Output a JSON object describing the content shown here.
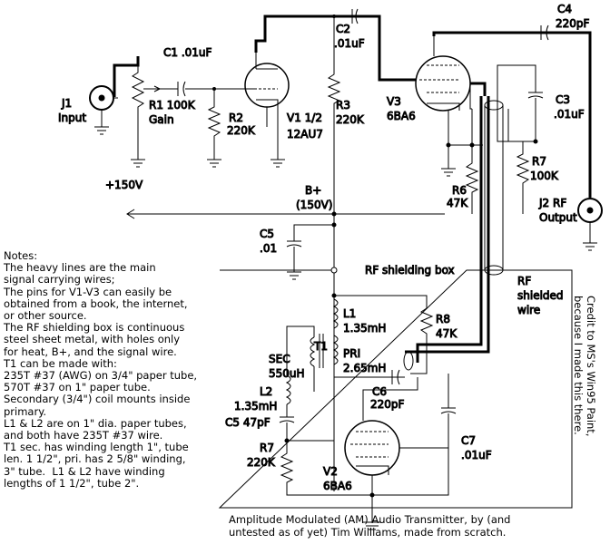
{
  "labels": {
    "j1_name": "J1",
    "j1_desc": "Input",
    "r1_name": "R1 100K",
    "r1_desc": "Gain",
    "c1": "C1 .01uF",
    "r2_name": "R2",
    "r2_value": "220K",
    "v1_name": "V1 1/2",
    "v1_type": "12AU7",
    "c2_name": "C2",
    "c2_value": ".01uF",
    "r3_name": "R3",
    "r3_value": "220K",
    "v3_name": "V3",
    "v3_type": "6BA6",
    "c4_name": "C4",
    "c4_value": "220pF",
    "c3_name": "C3",
    "c3_value": ".01uF",
    "r7_top_name": "R7",
    "r7_top_value": "100K",
    "r6_name": "R6",
    "r6_value": "47K",
    "j2_name": "J2 RF",
    "j2_desc": "Output",
    "plus150": "+150V",
    "bplus": "B+",
    "bplus_value": "(150V)",
    "c5_top_name": "C5",
    "c5_top_value": ".01",
    "shield_box": "RF shielding box",
    "shield_wire_1": "RF",
    "shield_wire_2": "shielded",
    "shield_wire_3": "wire",
    "l1_name": "L1",
    "l1_value": "1.35mH",
    "r8_name": "R8",
    "r8_value": "47K",
    "t1": "T1",
    "sec": "SEC",
    "sec_value": "550uH",
    "pri": "PRI",
    "pri_value": "2.65mH",
    "l2_name": "L2",
    "l2_value": "1.35mH",
    "c6_name": "C6",
    "c6_value": "220pF",
    "c5_bottom": "C5 47pF",
    "r7_bottom_name": "R7",
    "r7_bottom_value": "220K",
    "v2_name": "V2",
    "v2_type": "6BA6",
    "c7_name": "C7",
    "c7_value": ".01uF"
  },
  "notes": [
    "Notes:",
    "The heavy lines are the main",
    "signal carrying wires;",
    "The pins for V1-V3 can easily be",
    "obtained from a book, the internet,",
    "or other source.",
    "The RF shielding box is continuous",
    "steel sheet metal, with holes only",
    "for heat, B+, and the signal wire.",
    "T1 can be made with:",
    "235T #37 (AWG) on 3/4\" paper tube,",
    "570T #37 on 1\" paper tube.",
    "Secondary (3/4\") coil mounts inside",
    "primary.",
    "L1 & L2 are on 1\" dia. paper tubes,",
    "and both have 235T #37 wire.",
    "T1 sec. has winding length 1\", tube",
    "len. 1 1/2\", pri. has 2 5/8\" winding,",
    "3\" tube.  L1 & L2 have winding",
    "lengths of 1 1/2\", tube 2\"."
  ],
  "caption": [
    "Amplitude Modulated (AM) Audio Transmitter, by (and",
    "untested as of yet) Tim Williams, made from scratch."
  ],
  "credit": [
    "Credit to MS's Win95 Paint,",
    "because I made this there."
  ]
}
